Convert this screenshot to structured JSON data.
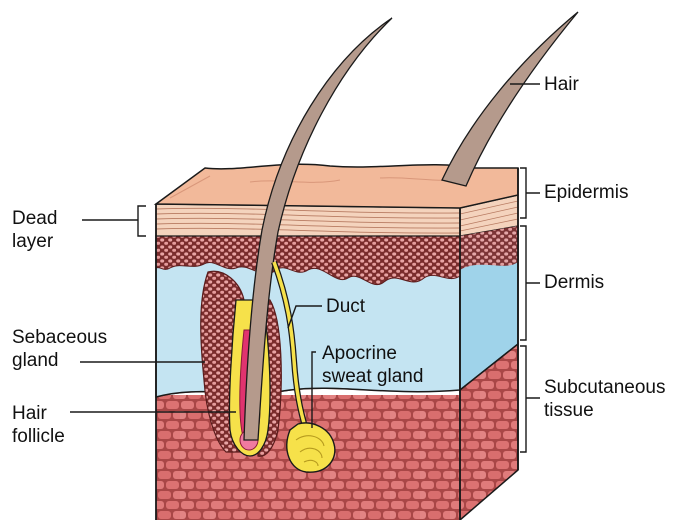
{
  "colors": {
    "epidermis_top": "#f2b99a",
    "epidermis_bands": "#f4d3bd",
    "dermis_fluid": "#c4e4f2",
    "dermis_side": "#9fd3ea",
    "cell_fill": "#d86d6d",
    "cell_outline": "#7a2a2a",
    "dead_dots": "#8b3a3a",
    "hair_shaft": "#b59a8c",
    "gland_yellow": "#f6e14a",
    "follicle_pink": "#e0336f",
    "line": "#1a1a1a"
  },
  "labels": {
    "hair": "Hair",
    "epidermis": "Epidermis",
    "dermis": "Dermis",
    "subcutaneous": [
      "Subcutaneous",
      "tissue"
    ],
    "dead_layer": [
      "Dead",
      "layer"
    ],
    "sebaceous_gland": [
      "Sebaceous",
      "gland"
    ],
    "hair_follicle": [
      "Hair",
      "follicle"
    ],
    "duct": "Duct",
    "apocrine": [
      "Apocrine",
      "sweat gland"
    ]
  }
}
